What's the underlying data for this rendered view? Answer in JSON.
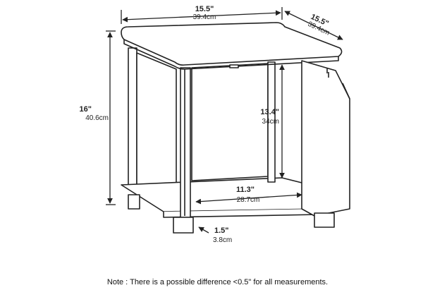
{
  "dimensions": {
    "top_width": {
      "in": "15.5\"",
      "cm": "39.4cm"
    },
    "top_depth": {
      "in": "15.5\"",
      "cm": "39.4cm"
    },
    "height": {
      "in": "16\"",
      "cm": "40.6cm"
    },
    "inner_height": {
      "in": "13.4\"",
      "cm": "34cm"
    },
    "inner_width": {
      "in": "11.3\"",
      "cm": "28.7cm"
    },
    "foot_height": {
      "in": "1.5\"",
      "cm": "3.8cm"
    }
  },
  "note": "Note : There is a possible difference <0.5\" for all measurements.",
  "colors": {
    "line": "#222222",
    "fill": "#ffffff"
  }
}
